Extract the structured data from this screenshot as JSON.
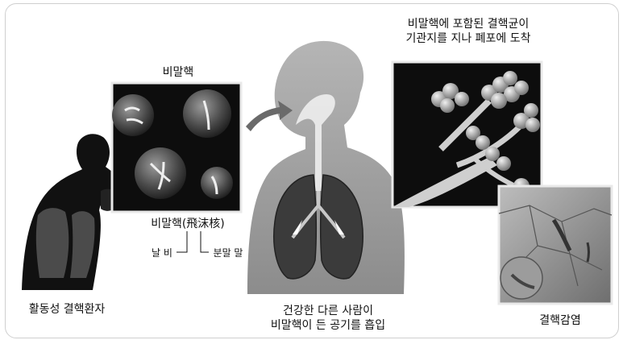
{
  "labels": {
    "droplet_title": "비말핵",
    "droplet_caption": "비말핵(飛沫核)",
    "fly_label": "날 비",
    "powder_label": "분말 말",
    "patient_label": "활동성 결핵환자",
    "inhale_line1": "건강한 다른 사람이",
    "inhale_line2": "비말핵이 든 공기를 흡입",
    "reach_line1": "비말핵에 포함된 결핵균이",
    "reach_line2": "기관지를 지나 폐포에 도착",
    "infection_label": "결핵감염"
  },
  "icons": {
    "arrow": "arrow-right-icon"
  },
  "colors": {
    "dark": "#111111",
    "gray_figure": "#9a9a9a",
    "lung": "#3b3b3b",
    "panel_border": "#e9e9e9"
  }
}
